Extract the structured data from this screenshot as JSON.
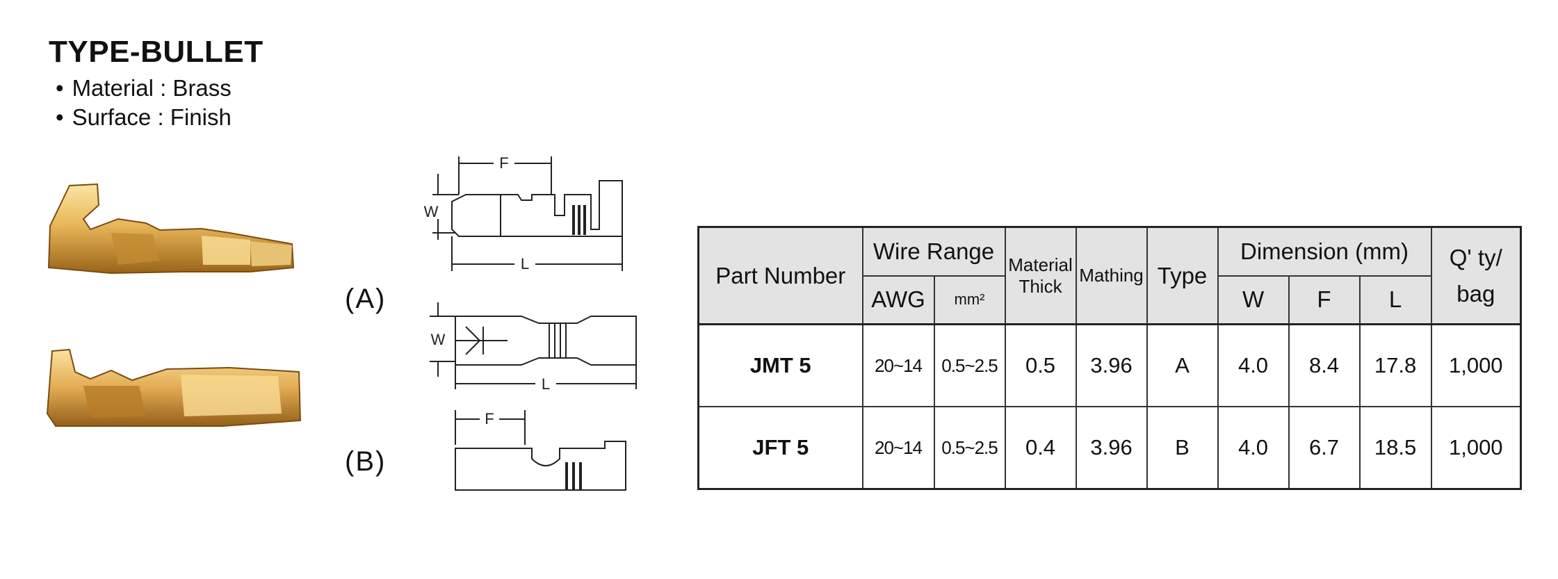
{
  "heading": {
    "title": "TYPE-BULLET",
    "material": "Material : Brass",
    "surface": "Surface : Finish"
  },
  "drawings": {
    "label_a": "(A)",
    "label_b": "(B)",
    "dim_f": "F",
    "dim_w": "W",
    "dim_l": "L"
  },
  "colors": {
    "brass_light": "#f2cf7a",
    "brass_dark": "#a8721e",
    "header_bg": "#e3e3e3"
  },
  "table": {
    "headers": {
      "part_number": "Part Number",
      "wire_range": "Wire Range",
      "awg": "AWG",
      "mm2": "mm²",
      "material_thick_1": "Material",
      "material_thick_2": "Thick",
      "mathing": "Mathing",
      "type": "Type",
      "dimension": "Dimension (mm)",
      "w": "W",
      "f": "F",
      "l": "L",
      "qty_1": "Q' ty/",
      "qty_2": "bag"
    },
    "rows": [
      {
        "part": "JMT 5",
        "awg": "20~14",
        "mm2": "0.5~2.5",
        "thick": "0.5",
        "mathing": "3.96",
        "type": "A",
        "w": "4.0",
        "f": "8.4",
        "l": "17.8",
        "qty": "1,000"
      },
      {
        "part": "JFT 5",
        "awg": "20~14",
        "mm2": "0.5~2.5",
        "thick": "0.4",
        "mathing": "3.96",
        "type": "B",
        "w": "4.0",
        "f": "6.7",
        "l": "18.5",
        "qty": "1,000"
      }
    ]
  }
}
